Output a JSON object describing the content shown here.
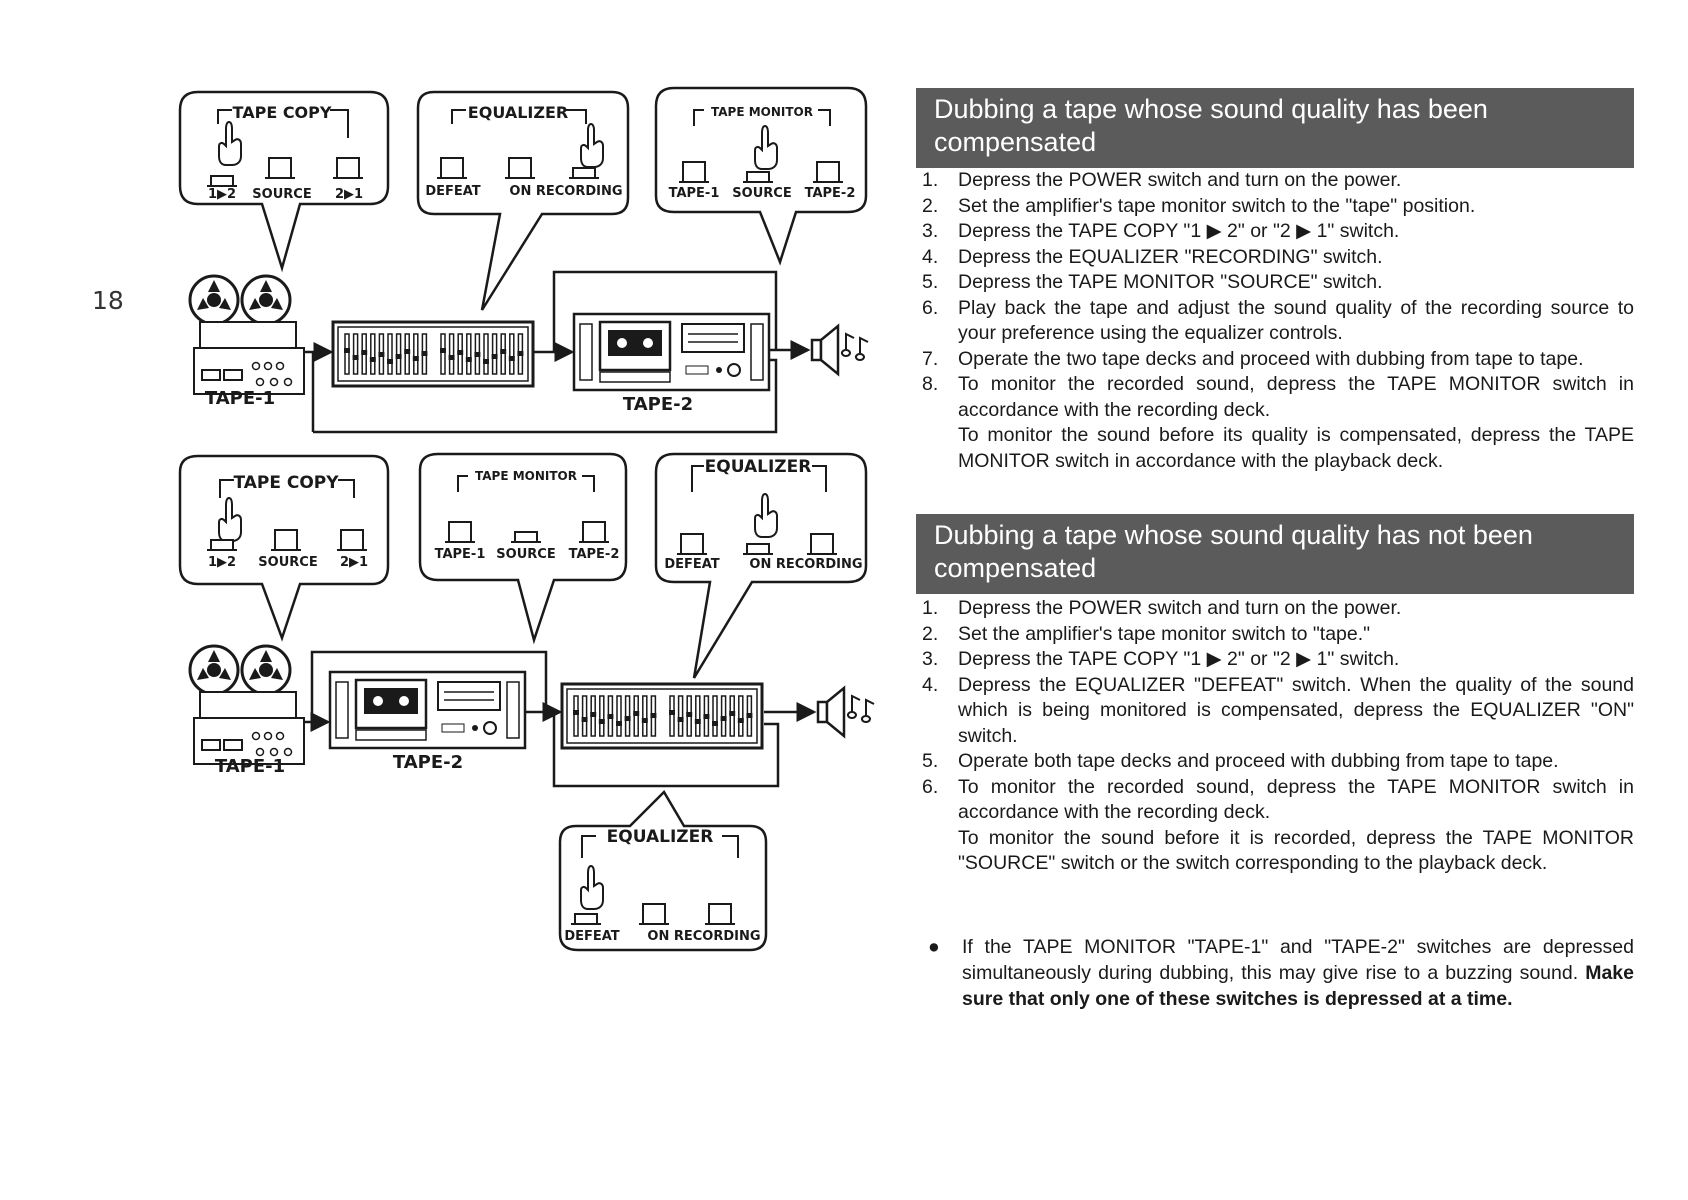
{
  "page_number": "18",
  "diagram_top": {
    "tape_copy": {
      "title": "TAPE COPY",
      "buttons": [
        "1▶2",
        "SOURCE",
        "2▶1"
      ]
    },
    "equalizer": {
      "title": "EQUALIZER",
      "buttons": [
        "DEFEAT",
        "ON RECORDING"
      ]
    },
    "tape_monitor": {
      "title": "TAPE MONITOR",
      "buttons": [
        "TAPE-1",
        "SOURCE",
        "TAPE-2"
      ]
    },
    "deck1_label": "TAPE-1",
    "deck2_label": "TAPE-2"
  },
  "diagram_bottom": {
    "tape_copy": {
      "title": "TAPE COPY",
      "buttons": [
        "1▶2",
        "SOURCE",
        "2▶1"
      ]
    },
    "tape_monitor": {
      "title": "TAPE MONITOR",
      "buttons": [
        "TAPE-1",
        "SOURCE",
        "TAPE-2"
      ]
    },
    "equalizer": {
      "title": "EQUALIZER",
      "buttons": [
        "DEFEAT",
        "ON RECORDING"
      ]
    },
    "equalizer2": {
      "title": "EQUALIZER",
      "buttons": [
        "DEFEAT",
        "ON RECORDING"
      ]
    },
    "deck1_label": "TAPE-1",
    "deck2_label": "TAPE-2"
  },
  "section1": {
    "title": "Dubbing a tape whose sound quality has been compensated",
    "steps": [
      {
        "n": "1.",
        "text": "Depress the POWER switch and turn on the power."
      },
      {
        "n": "2.",
        "text": "Set the amplifier's tape monitor switch to the \"tape\" position."
      },
      {
        "n": "3.",
        "text": "Depress the TAPE COPY \"1 ▶ 2\" or \"2 ▶ 1\" switch."
      },
      {
        "n": "4.",
        "text": "Depress the EQUALIZER \"RECORDING\" switch."
      },
      {
        "n": "5.",
        "text": "Depress the TAPE MONITOR \"SOURCE\" switch."
      },
      {
        "n": "6.",
        "text": "Play back the tape and adjust the sound quality of the recording source to your preference using the equalizer controls."
      },
      {
        "n": "7.",
        "text": "Operate the two tape decks and proceed with dubbing from tape to tape."
      },
      {
        "n": "8.",
        "text": "To monitor the recorded sound, depress the TAPE MONITOR switch in accordance with the recording deck.",
        "extra": "To monitor the sound before its quality is compensated, depress the TAPE MONITOR switch in accordance with the playback deck."
      }
    ]
  },
  "section2": {
    "title": "Dubbing a tape whose sound quality has not been compensated",
    "steps": [
      {
        "n": "1.",
        "text": "Depress the POWER switch and turn on the power."
      },
      {
        "n": "2.",
        "text": "Set the amplifier's tape monitor switch to \"tape.\""
      },
      {
        "n": "3.",
        "text": "Depress the TAPE COPY \"1 ▶ 2\" or \"2 ▶ 1\" switch."
      },
      {
        "n": "4.",
        "text": "Depress the EQUALIZER \"DEFEAT\" switch. When the quality of the sound which is being monitored is compensated, depress the EQUALIZER \"ON\" switch."
      },
      {
        "n": "5.",
        "text": "Operate both tape decks and proceed with dubbing from tape to tape."
      },
      {
        "n": "6.",
        "text": "To monitor the recorded sound, depress the TAPE MONITOR switch in accordance with the recording deck.",
        "extra": "To monitor the sound before it is recorded, depress the TAPE MONITOR \"SOURCE\" switch or the switch corresponding to the playback deck."
      }
    ],
    "note_bullet": "●",
    "note_text": "If the TAPE MONITOR \"TAPE-1\" and \"TAPE-2\" switches are depressed simultaneously during dubbing, this may give rise to a buzzing sound.",
    "note_bold": "Make sure that only one of these switches is depressed at a time."
  }
}
